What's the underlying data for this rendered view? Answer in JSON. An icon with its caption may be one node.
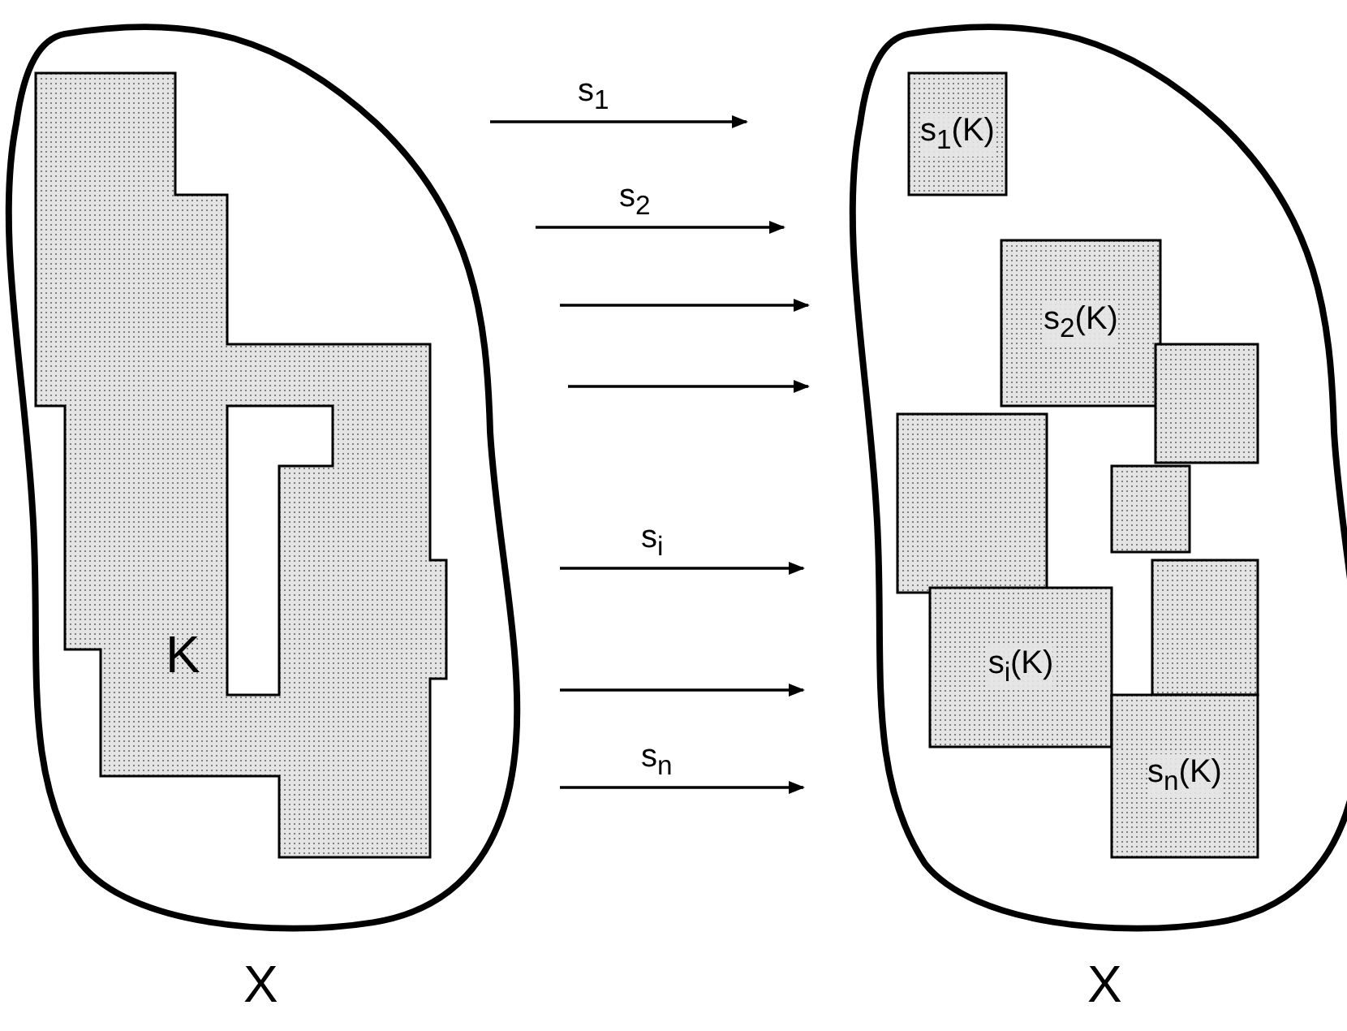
{
  "diagram": {
    "nodes": [
      {
        "text": [
          "X"
        ]
      },
      {
        "text": [
          "K"
        ],
        "in": 0
      },
      {
        "text": [
          "X"
        ]
      },
      {
        "text": [
          "s$_{1}$(K)"
        ],
        "in": 2
      },
      {
        "text": [
          "s$_{2}$(K)"
        ],
        "in": 2
      },
      {
        "text": [],
        "shape": "box",
        "in": 2
      },
      {
        "text": [],
        "shape": "box",
        "in": 2
      },
      {
        "text": [],
        "shape": "box",
        "in": 2
      },
      {
        "text": [],
        "shape": "box",
        "in": 2
      },
      {
        "text": [
          "s$_{i}$(K)"
        ],
        "in": 2
      },
      {
        "text": [
          "s$_{n}$(K)"
        ],
        "in": 2
      }
    ],
    "edges": [
      {
        "from": 0,
        "to": 2,
        "arrow": "to",
        "label": "s$_{1}$"
      },
      {
        "from": 0,
        "to": 2,
        "arrow": "to",
        "label": "s$_{2}$"
      },
      {
        "from": 0,
        "to": 2,
        "arrow": "to"
      },
      {
        "from": 0,
        "to": 2,
        "arrow": "to"
      },
      {
        "from": 0,
        "to": 2,
        "arrow": "to",
        "label": "s$_{i}$"
      },
      {
        "from": 0,
        "to": 2,
        "arrow": "to"
      },
      {
        "from": 0,
        "to": 2,
        "arrow": "to",
        "label": "s$_{n}$"
      }
    ]
  }
}
